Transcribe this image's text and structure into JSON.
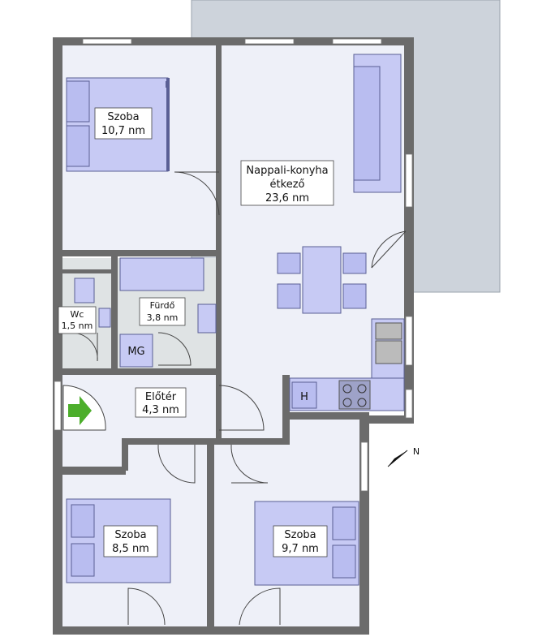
{
  "rooms": {
    "bedroom1": {
      "name": "Szoba",
      "area": "10,7 nm"
    },
    "living": {
      "name1": "Nappali-konyha",
      "name2": "étkező",
      "area": "23,6 nm"
    },
    "bath": {
      "name": "Fürdő",
      "area": "3,8 nm"
    },
    "wc": {
      "name": "Wc",
      "area": "1,5 nm"
    },
    "hall": {
      "name": "Előtér",
      "area": "4,3 nm"
    },
    "bedroom2": {
      "name": "Szoba",
      "area": "8,5 nm"
    },
    "bedroom3": {
      "name": "Szoba",
      "area": "9,7 nm"
    }
  },
  "fixtures": {
    "washer": "MG",
    "fridge": "H"
  },
  "compass": {
    "letter": "N"
  },
  "colors": {
    "wall": "#6b6b6b",
    "furniture": "#c7caf4",
    "terrace": "#cdd3db",
    "entry_arrow": "#4cae2b"
  }
}
